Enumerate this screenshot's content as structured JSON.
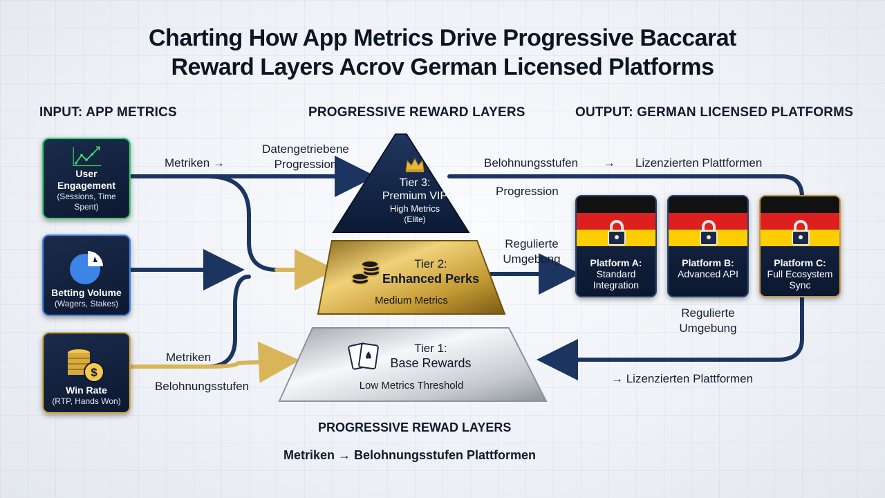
{
  "title": {
    "line1": "Charting How App Metrics Drive Progressive Baccarat",
    "line2": "Reward Layers Acrov German Licensed Platforms"
  },
  "columns": {
    "input": "INPUT: APP METRICS",
    "layers": "PROGRESSIVE REWARD LAYERS",
    "output": "OUTPUT: GERMAN LICENSED PLATFORMS"
  },
  "inputs": [
    {
      "title": "User Engagement",
      "subtitle": "(Sessions, Time Spent)",
      "icon": "line-chart-icon",
      "accent": "#2fcf6a"
    },
    {
      "title": "Betting Volume",
      "subtitle": "(Wagers, Stakes)",
      "icon": "pie-chart-icon",
      "accent": "#3c84e6"
    },
    {
      "title": "Win Rate",
      "subtitle": "(RTP, Hands Won)",
      "icon": "coins-icon",
      "accent": "#d6aa3c"
    }
  ],
  "tiers": {
    "tier3": {
      "title": "Tier 3:",
      "name": "Premium VIP",
      "desc1": "High Metrics",
      "desc2": "(Elite)",
      "icon": "crown-icon"
    },
    "tier2": {
      "title": "Tier 2:",
      "name": "Enhanced Perks",
      "desc": "Medium Metrics",
      "icon": "chips-icon"
    },
    "tier1": {
      "title": "Tier 1:",
      "name": "Base Rewards",
      "desc": "Low Metrics Threshold",
      "icon": "cards-icon"
    }
  },
  "platforms": [
    {
      "title": "Platform A:",
      "line1": "Standard",
      "line2": "Integration",
      "icon": "lock-icon"
    },
    {
      "title": "Platform B:",
      "line1": "Advanced API",
      "line2": "",
      "icon": "lock-icon"
    },
    {
      "title": "Platform C:",
      "line1": "Full Ecosystem",
      "line2": "Sync",
      "icon": "lock-icon"
    }
  ],
  "flow_labels": {
    "metriken_top": "Metriken →",
    "datengetriebene_1": "Datengetriebene",
    "datengetriebene_2": "Progression",
    "belohnungsstufen_top": "Belohnungsstufen",
    "arrow_top": "→",
    "lizenzierten_top": "Lizenzierten Plattformen",
    "progression": "Progression",
    "regulierte_1": "Regulierte",
    "regulierte_2": "Umgebung",
    "regulierte_b1": "Regulierte",
    "regulierte_b2": "Umgebung",
    "metriken_bottom": "Metriken",
    "belohnungsstufen_bottom": "Belohnungsstufen",
    "lizenzierten_bottom": "→ Lizenzierten Plattformen"
  },
  "footer": {
    "heading": "PROGRESSIVE REWAD LAYERS",
    "caption": "Metriken → Belohnungsstufen Plattformen"
  },
  "colors": {
    "navy": "#0f1d3a",
    "gold": "#d4a93a",
    "silver": "#c9ccd2",
    "flag_black": "#111111",
    "flag_red": "#dd1f1f",
    "flag_gold": "#ffce00"
  }
}
